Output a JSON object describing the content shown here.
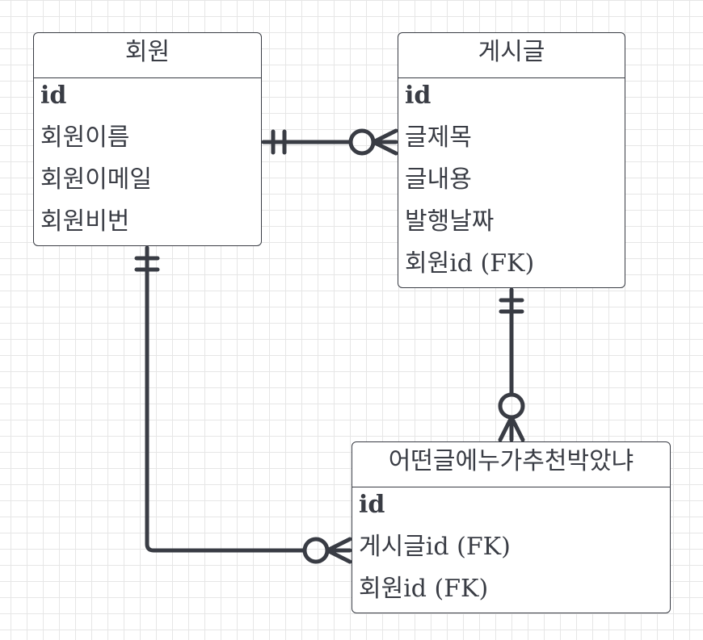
{
  "colors": {
    "stroke": "#393c44",
    "background": "#ffffff",
    "grid": "#e6e6e6"
  },
  "entities": {
    "member": {
      "title": "회원",
      "attributes": [
        {
          "label": "id",
          "pk": true
        },
        {
          "label": "회원이름",
          "pk": false
        },
        {
          "label": "회원이메일",
          "pk": false
        },
        {
          "label": "회원비번",
          "pk": false
        }
      ]
    },
    "post": {
      "title": "게시글",
      "attributes": [
        {
          "label": "id",
          "pk": true
        },
        {
          "label": "글제목",
          "pk": false
        },
        {
          "label": "글내용",
          "pk": false
        },
        {
          "label": "발행날짜",
          "pk": false
        },
        {
          "label": "회원id (FK)",
          "pk": false
        }
      ]
    },
    "recommendation": {
      "title": "어떤글에누가추천박았냐",
      "attributes": [
        {
          "label": "id",
          "pk": true
        },
        {
          "label": "게시글id (FK)",
          "pk": false
        },
        {
          "label": "회원id (FK)",
          "pk": false
        }
      ]
    }
  },
  "relationships": [
    {
      "from": "member",
      "from_cardinality": "exactly-one",
      "to": "post",
      "to_cardinality": "zero-or-many"
    },
    {
      "from": "post",
      "from_cardinality": "exactly-one",
      "to": "recommendation",
      "to_cardinality": "zero-or-many"
    },
    {
      "from": "member",
      "from_cardinality": "exactly-one",
      "to": "recommendation",
      "to_cardinality": "zero-or-many"
    }
  ]
}
